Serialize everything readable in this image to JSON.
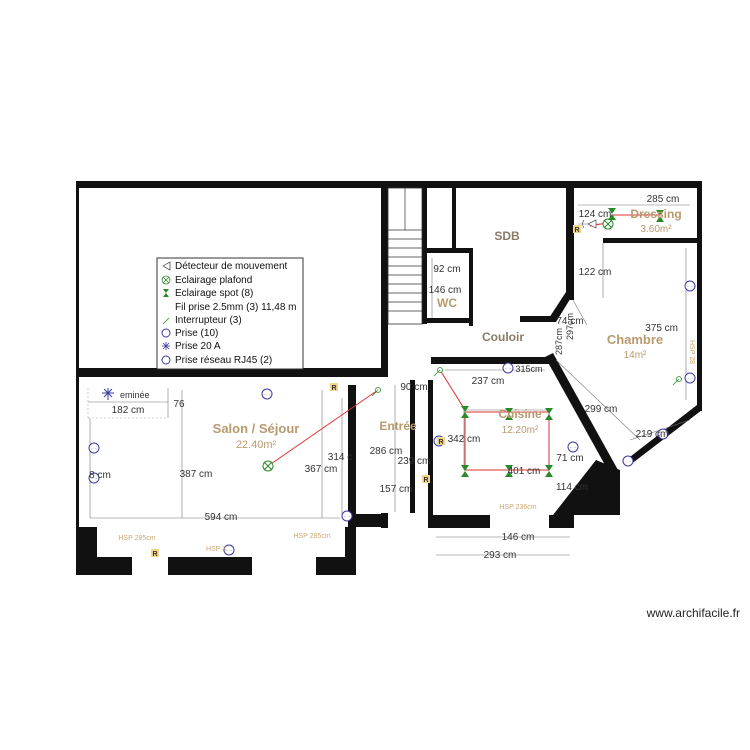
{
  "rooms": {
    "salon": {
      "name": "Salon / Séjour",
      "area": "22.40m²"
    },
    "chambre": {
      "name": "Chambre",
      "area": "14m²"
    },
    "dressing": {
      "name": "Dressing",
      "area": "3.60m²"
    },
    "cuisine": {
      "name": "Cuisine",
      "area": "12.20m²"
    },
    "sdb": {
      "name": "SDB"
    },
    "wc": {
      "name": "WC"
    },
    "couloir": {
      "name": "Couloir"
    },
    "entree": {
      "name": "Entrée"
    }
  },
  "dimensions": {
    "d285": "285 cm",
    "d124": "124 cm",
    "d122": "122 cm",
    "d375": "375 cm",
    "d299": "299 cm",
    "d219": "219 cm",
    "d92": "92 cm",
    "d146_wc": "146 cm",
    "d74": "74 cm",
    "d90": "90 cm",
    "d237": "237 cm",
    "d315": "315cm",
    "d342": "342 cm",
    "d239": "239 cm",
    "d401": "401 cm",
    "d71": "71 cm",
    "d114": "114 cm",
    "d146_k": "146 cm",
    "d293": "293 cm",
    "d286": "286 cm",
    "d157": "157 cm",
    "d182": "182 cm",
    "d76": "76",
    "d387": "387 cm",
    "d367": "367 cm",
    "d314": "314 c",
    "d594": "594 cm",
    "d8": "8 cm",
    "d297": "297cm",
    "d287": "287cm"
  },
  "hsp": {
    "salon1": "HSP 285cm",
    "salon2": "HSP 3",
    "salon3": "HSP 285cm",
    "cuisine": "HSP 236cm",
    "chambre": "HSP 28"
  },
  "labels": {
    "cheminee": "eminée"
  },
  "legend": {
    "items": [
      {
        "icon": "motion-detector-icon",
        "label": "Détecteur de mouvement"
      },
      {
        "icon": "ceiling-light-icon",
        "label": "Eclairage plafond"
      },
      {
        "icon": "spotlight-icon",
        "label": "Eclairage spot (8)"
      },
      {
        "icon": "wire-icon",
        "label": "Fil prise 2.5mm (3) 11,48 m"
      },
      {
        "icon": "switch-icon",
        "label": "Interrupteur (3)"
      },
      {
        "icon": "outlet-icon",
        "label": "Prise (10)"
      },
      {
        "icon": "outlet-20a-icon",
        "label": "Prise 20 A"
      },
      {
        "icon": "rj45-outlet-icon",
        "label": "Prise réseau RJ45 (2)"
      }
    ]
  },
  "markers": {
    "radiator": "R"
  },
  "colors": {
    "wall": "#111111",
    "room_label": "#b89a6e",
    "wire": "#e03030",
    "outlet": "#3a3aa0",
    "light": "#2a8a2a"
  },
  "credit": "www.archifacile.fr"
}
